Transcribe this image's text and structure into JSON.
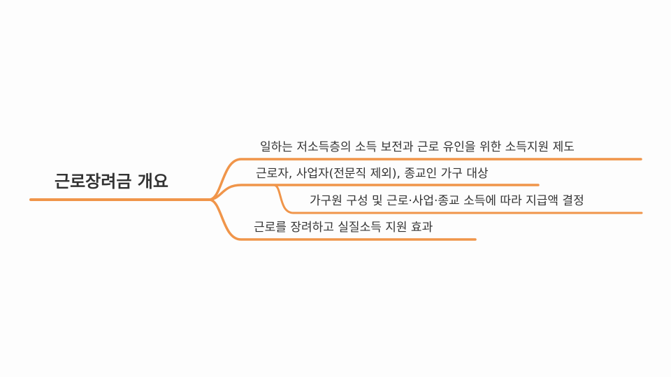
{
  "colors": {
    "branch": "#f0954a",
    "text": "#333333",
    "background": "#fdfdfd"
  },
  "root": {
    "label": "근로장려금 개요"
  },
  "branches": [
    {
      "label": "일하는 저소득층의 소득 보전과 근로 유인을 위한 소득지원 제도"
    },
    {
      "label": "근로자, 사업자(전문직 제외), 종교인 가구 대상"
    },
    {
      "label": "가구원 구성 및 근로·사업·종교 소득에 따라 지급액 결정"
    },
    {
      "label": "근로를 장려하고 실질소득 지원 효과"
    }
  ]
}
